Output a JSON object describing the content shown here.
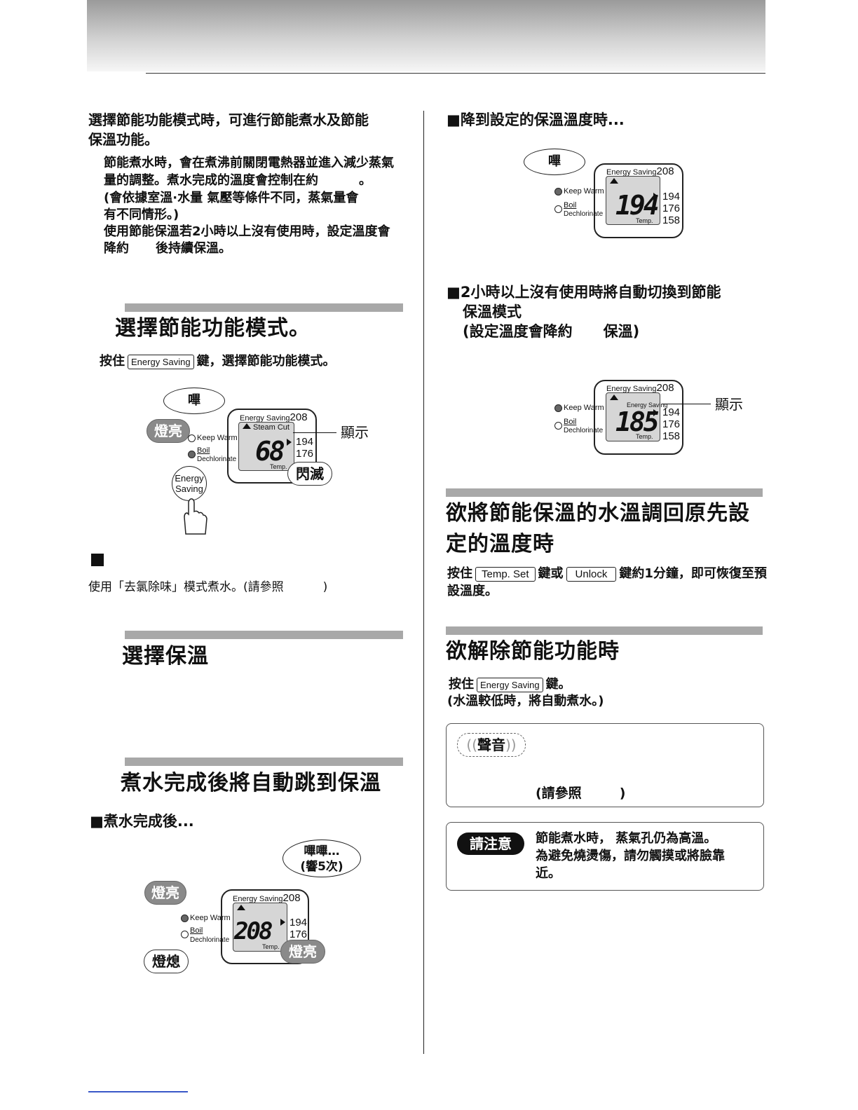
{
  "intro": {
    "line1": "選擇節能功能模式時，可進行節能煮水及節能",
    "line2": "保溫功能。",
    "p1": "節能煮水時，會在煮沸前關閉電熱器並進入減少蒸氣",
    "p2": "量的調整。煮水完成的溫度會控制在約",
    "p2_end": "。",
    "p3": "(會依據室溫·水量 氣壓等條件不同，蒸氣量會",
    "p4": "有不同情形。)",
    "p5": "使用節能保溫若2小時以上沒有使用時，設定溫度會",
    "p6a": "降約",
    "p6b": "後持續保溫。"
  },
  "sec1": {
    "title": "選擇節能功能模式。",
    "instr_a": "按住",
    "key": "Energy Saving",
    "instr_b": "鍵，選擇節能功能模式。",
    "bubble": "嗶",
    "lit": "燈亮",
    "display": "顯示",
    "blink": "閃滅",
    "button_l1": "Energy",
    "button_l2": "Saving",
    "lcd": {
      "es": "Energy Saving",
      "es_num": "208",
      "steam": "Steam Cut",
      "digits": "68",
      "n1": "194",
      "n2": "176",
      "temp": "Temp.",
      "keep": "Keep Warm",
      "boil": "Boil",
      "dechl": "Dechlorinate"
    },
    "square": "■",
    "note": "使用「去氯除味」模式煮水。(請參照",
    "note_end": ")"
  },
  "sec2": {
    "title": "選擇保溫"
  },
  "sec3": {
    "title": "煮水完成後將自動跳到保溫",
    "sub": "■煮水完成後...",
    "bubble1": "嗶嗶…",
    "bubble2": "(響5次)",
    "lit": "燈亮",
    "off": "燈熄",
    "lit2": "燈亮",
    "lcd": {
      "es": "Energy Saving",
      "es_num": "208",
      "digits": "208",
      "n1": "194",
      "n2": "176",
      "temp": "Temp.",
      "keep": "Keep Warm",
      "boil": "Boil",
      "dechl": "Dechlorinate"
    }
  },
  "right1": {
    "title": "■降到設定的保溫溫度時...",
    "bubble": "嗶",
    "lcd": {
      "es": "Energy Saving",
      "es_num": "208",
      "digits": "194",
      "n1": "194",
      "n2": "176",
      "n3": "158",
      "temp": "Temp.",
      "keep": "Keep Warm",
      "boil": "Boil",
      "dechl": "Dechlorinate"
    }
  },
  "right2": {
    "l1": "■2小時以上沒有使用時將自動切換到節能",
    "l2": "保溫模式",
    "l3a": "(設定溫度會降約",
    "l3b": "保溫)",
    "display": "顯示",
    "lcd": {
      "es": "Energy Saving",
      "es_num": "208",
      "es_small": "Energy Saving",
      "digits": "185",
      "n1": "194",
      "n2": "176",
      "n3": "158",
      "temp": "Temp.",
      "keep": "Keep Warm",
      "boil": "Boil",
      "dechl": "Dechlorinate"
    }
  },
  "right3": {
    "title1": "欲將節能保溫的水溫調回原先設",
    "title2": "定的溫度時",
    "t_a": "按住",
    "key1": "Temp. Set",
    "t_b": "鍵或",
    "key2": "Unlock",
    "t_c": "鍵約1分鐘，即可恢復至預",
    "t_d": "設溫度。"
  },
  "right4": {
    "title": "欲解除節能功能時",
    "t_a": "按住",
    "key": "Energy Saving",
    "t_b": "鍵。",
    "t_c": "(水溫較低時，將自動煮水。)"
  },
  "sound": {
    "label": "聲音",
    "ref": "(請參照",
    "ref_end": ")"
  },
  "caution": {
    "label": "請注意",
    "l1": "節能煮水時， 蒸氣孔仍為高溫。",
    "l2": "為避免燒燙傷，請勿觸摸或將臉靠",
    "l3": "近。"
  }
}
